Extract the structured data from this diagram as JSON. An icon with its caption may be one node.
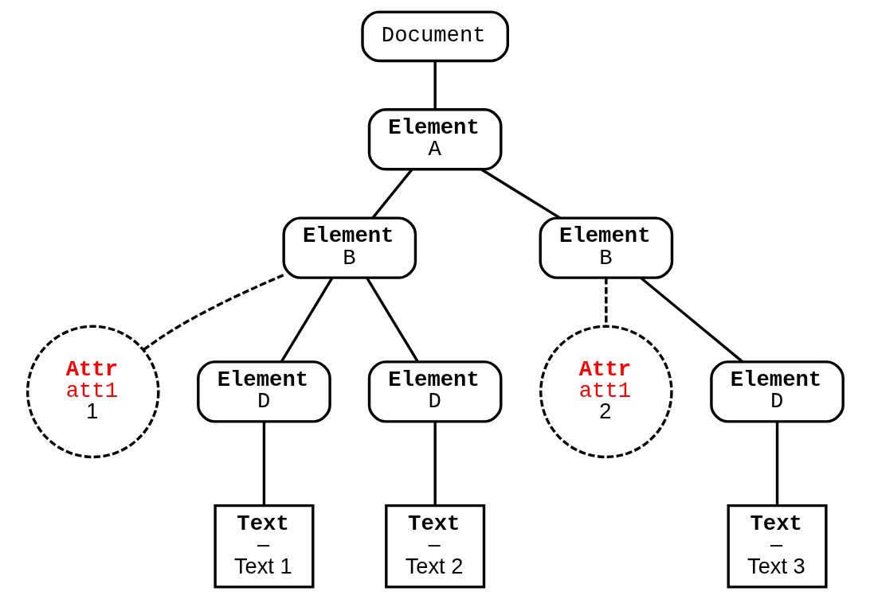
{
  "diagram": {
    "nodes": [
      {
        "text": [
          "Document"
        ]
      },
      {
        "text": [
          "Element",
          "A"
        ]
      },
      {
        "text": [
          "Element",
          "B"
        ]
      },
      {
        "text": [
          "Element",
          "B"
        ]
      },
      {
        "text": [
          "Attr",
          "att1",
          "1"
        ]
      },
      {
        "text": [
          "Element",
          "D"
        ]
      },
      {
        "text": [
          "Element",
          "D"
        ]
      },
      {
        "text": [
          "Attr",
          "att1",
          "2"
        ]
      },
      {
        "text": [
          "Element",
          "D"
        ]
      },
      {
        "text": [
          "Text",
          "–",
          "Text 1"
        ]
      },
      {
        "text": [
          "Text",
          "–",
          "Text 2"
        ]
      },
      {
        "text": [
          "Text",
          "–",
          "Text 3"
        ]
      }
    ],
    "edges": [
      {
        "from": 0,
        "to": 1,
        "arrow": "none"
      },
      {
        "from": 1,
        "to": 2,
        "arrow": "none"
      },
      {
        "from": 1,
        "to": 3,
        "arrow": "none"
      },
      {
        "from": 2,
        "to": 4,
        "arrow": "none",
        "style": "dashed"
      },
      {
        "from": 2,
        "to": 5,
        "arrow": "none"
      },
      {
        "from": 2,
        "to": 6,
        "arrow": "none"
      },
      {
        "from": 3,
        "to": 7,
        "arrow": "none",
        "style": "dashed"
      },
      {
        "from": 3,
        "to": 8,
        "arrow": "none"
      },
      {
        "from": 5,
        "to": 9,
        "arrow": "none"
      },
      {
        "from": 6,
        "to": 10,
        "arrow": "none"
      },
      {
        "from": 8,
        "to": 11,
        "arrow": "none"
      }
    ]
  }
}
